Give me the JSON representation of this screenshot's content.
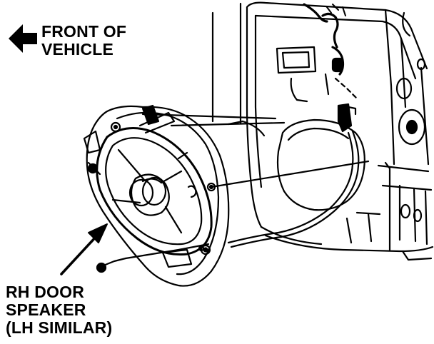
{
  "front_callout": {
    "line1": "FRONT OF",
    "line2": "VEHICLE",
    "arrow_icon": "left-arrow-icon"
  },
  "speaker_callout": {
    "line1": "RH DOOR",
    "line2": "SPEAKER",
    "line3": "(LH SIMILAR)",
    "arrow_icon": "leader-arrow-icon"
  },
  "colors": {
    "ink": "#000000",
    "paper": "#ffffff"
  }
}
